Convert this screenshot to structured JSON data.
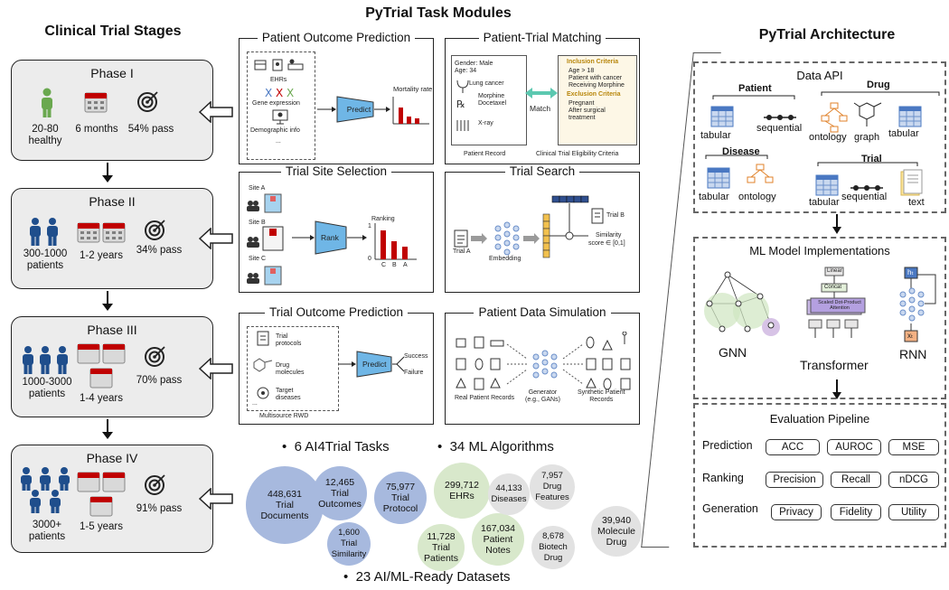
{
  "titles": {
    "stages": "Clinical Trial Stages",
    "modules": "PyTrial Task Modules",
    "architecture": "PyTrial Architecture"
  },
  "phases": [
    {
      "name": "Phase I",
      "people": "20-80\nhealthy",
      "duration": "6 months",
      "pass": "54% pass"
    },
    {
      "name": "Phase II",
      "people": "300-1000\npatients",
      "duration": "1-2 years",
      "pass": "34% pass"
    },
    {
      "name": "Phase III",
      "people": "1000-3000\npatients",
      "duration": "1-4 years",
      "pass": "70% pass"
    },
    {
      "name": "Phase IV",
      "people": "3000+\npatients",
      "duration": "1-5 years",
      "pass": "91% pass"
    }
  ],
  "modules": {
    "outcome": {
      "title": "Patient Outcome Prediction",
      "ehrs": "EHRs",
      "gene": "Gene expression",
      "demo": "Demographic info",
      "dots": "...",
      "predict": "Predict",
      "mortality": "Mortality rate"
    },
    "matching": {
      "title": "Patient-Trial Matching",
      "gender": "Gender: Male",
      "age": "Age: 34",
      "lung": "Lung cancer",
      "morphine": "Morphine",
      "docetaxel": "Docetaxel",
      "xray": "X-ray",
      "match": "Match",
      "inc": "Inclusion Criteria",
      "inc1": "Age > 18",
      "inc2": "Patient with cancer",
      "inc3": "Receiving Morphine",
      "exc": "Exclusion Criteria",
      "exc1": "Pregnant",
      "exc2": "After surgical",
      "exc3": "treatment",
      "record": "Patient Record",
      "criteria": "Clinical Trial Eligibility Criteria"
    },
    "site": {
      "title": "Trial Site Selection",
      "siteA": "Site A",
      "siteB": "Site B",
      "siteC": "Site C",
      "rank": "Rank",
      "ranking": "Ranking",
      "one": "1",
      "zero": "0",
      "c": "C",
      "b": "B",
      "a": "A"
    },
    "search": {
      "title": "Trial Search",
      "trialA": "Trial A",
      "trialB": "Trial B",
      "embedding": "Embedding",
      "similarity": "Similarity",
      "score": "score ∈ [0,1]"
    },
    "trial_outcome": {
      "title": "Trial Outcome Prediction",
      "protocols": "Trial\nprotocols",
      "drug": "Drug\nmolecules",
      "diseases": "Target\ndiseases",
      "dots": "...",
      "rwd": "Multisource RWD",
      "predict": "Predict",
      "success": "Success",
      "failure": "Failure"
    },
    "simulation": {
      "title": "Patient Data Simulation",
      "real": "Real Patient Records",
      "generator": "Generator\n(e.g., GANs)",
      "synthetic": "Synthetic Patient\nRecords"
    }
  },
  "bullets": {
    "tasks": "6 AI4Trial Tasks",
    "algorithms": "34 ML Algorithms",
    "datasets": "23 AI/ML-Ready Datasets"
  },
  "datasets": [
    {
      "value": "448,631",
      "label": "Trial\nDocuments",
      "color": "blue"
    },
    {
      "value": "12,465",
      "label": "Trial\nOutcomes",
      "color": "blue"
    },
    {
      "value": "75,977",
      "label": "Trial\nProtocol",
      "color": "blue"
    },
    {
      "value": "1,600",
      "label": "Trial\nSimilarity",
      "color": "blue"
    },
    {
      "value": "299,712",
      "label": "EHRs",
      "color": "green"
    },
    {
      "value": "11,728",
      "label": "Trial\nPatients",
      "color": "green"
    },
    {
      "value": "167,034",
      "label": "Patient\nNotes",
      "color": "green"
    },
    {
      "value": "44,133",
      "label": "Diseases",
      "color": "grey"
    },
    {
      "value": "7,957",
      "label": "Drug\nFeatures",
      "color": "grey"
    },
    {
      "value": "8,678",
      "label": "Biotech\nDrug",
      "color": "grey"
    },
    {
      "value": "39,940",
      "label": "Molecule\nDrug",
      "color": "grey"
    }
  ],
  "architecture": {
    "data_api": {
      "title": "Data API",
      "patient": "Patient",
      "drug": "Drug",
      "disease": "Disease",
      "trial": "Trial",
      "tabular": "tabular",
      "sequential": "sequential",
      "ontology": "ontology",
      "graph": "graph",
      "text": "text"
    },
    "ml": {
      "title": "ML Model Implementations",
      "gnn": "GNN",
      "transformer": "Transformer",
      "rnn": "RNN",
      "linear": "Linear",
      "concat": "Concat",
      "attention": "Scaled Dot-Product\nAttention",
      "ht": "hₜ",
      "xt": "xₜ"
    },
    "eval": {
      "title": "Evaluation Pipeline",
      "rows": [
        {
          "label": "Prediction",
          "metrics": [
            "ACC",
            "AUROC",
            "MSE"
          ]
        },
        {
          "label": "Ranking",
          "metrics": [
            "Precision",
            "Recall",
            "nDCG"
          ]
        },
        {
          "label": "Generation",
          "metrics": [
            "Privacy",
            "Fidelity",
            "Utility"
          ]
        }
      ]
    }
  },
  "colors": {
    "blue": "#4a78c2",
    "red": "#c00000",
    "green_person": "#6aa84f",
    "navy": "#1f4e8c",
    "teal": "#5cc8b0",
    "predict": "#6fb6e6"
  }
}
